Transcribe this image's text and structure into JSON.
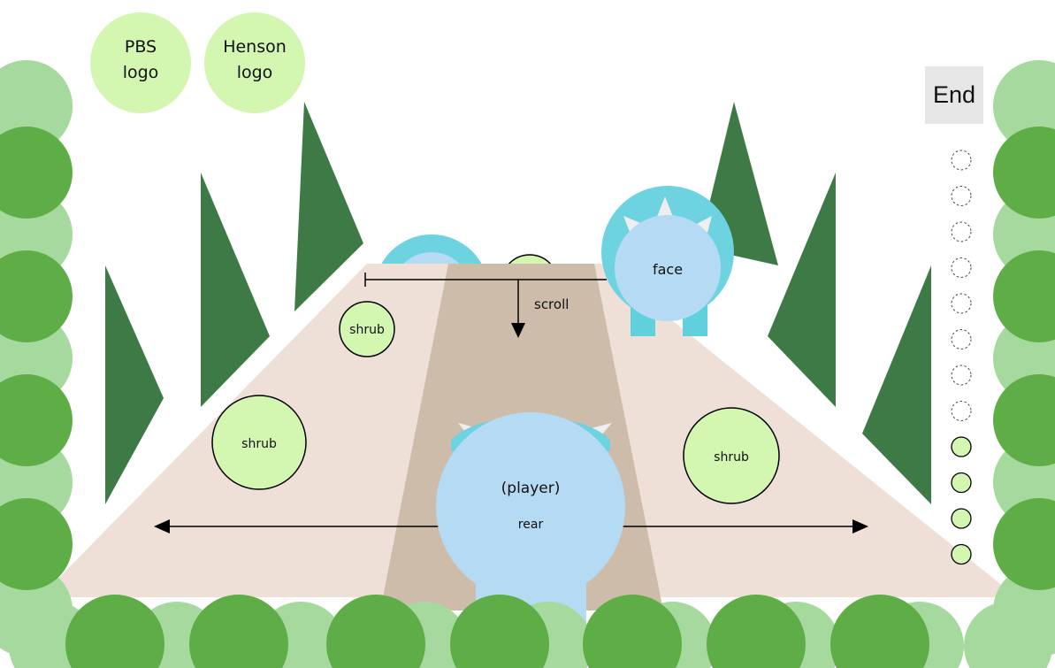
{
  "logos": [
    {
      "line1": "PBS",
      "line2": "logo"
    },
    {
      "line1": "Henson",
      "line2": "logo"
    }
  ],
  "end_button": {
    "label": "End"
  },
  "labels": {
    "scroll": "scroll",
    "face": "face",
    "player": "(player)",
    "rear": "rear"
  },
  "shrubs": [
    {
      "label": "shrub"
    },
    {
      "label": "shrub"
    },
    {
      "label": "shrub"
    }
  ],
  "progress": {
    "total": 12,
    "filled": 4
  },
  "colors": {
    "path": "#efe0d7",
    "center_path": "#cdbcaa",
    "tree": "#3d7a46",
    "bush_dark": "#5fad47",
    "bush_light": "#a6d99e",
    "shrub": "#d3f7b1",
    "creature_body": "#b4dbf3",
    "creature_shell": "#6dd3e0",
    "creature_feet": "#5fd0dc",
    "horn": "#eeeeee"
  }
}
